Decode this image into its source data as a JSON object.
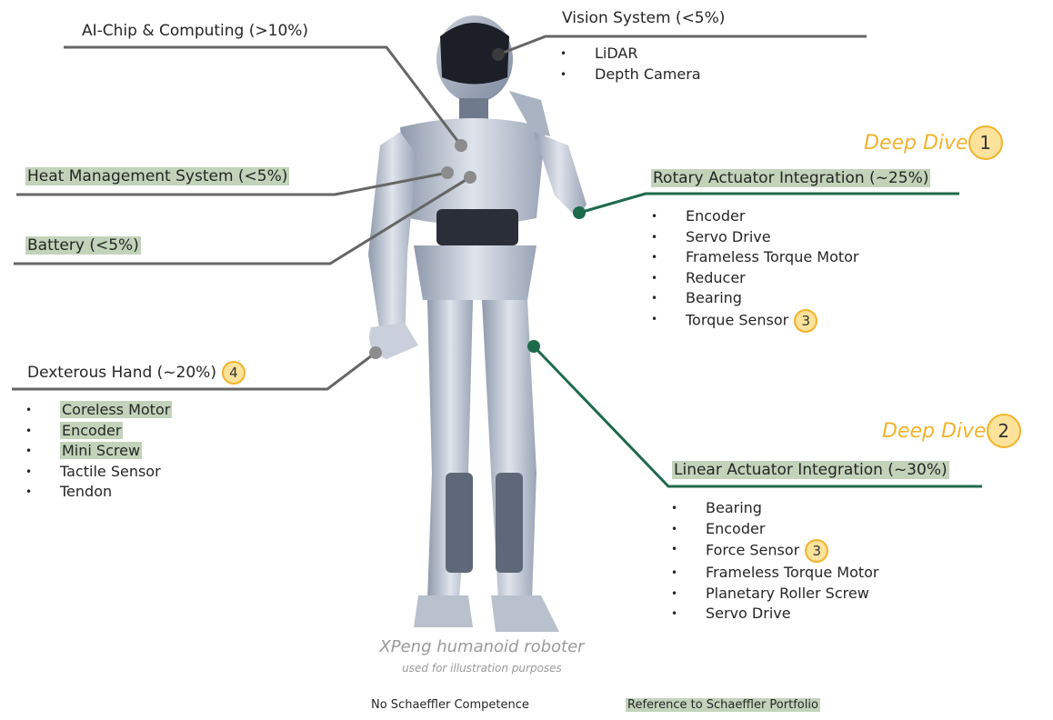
{
  "colors": {
    "highlight": "#c2d3ba",
    "badge_fill": "#fce29a",
    "badge_border": "#f2b32c",
    "green_line": "#1e6a4c",
    "gray_line": "#666666",
    "deep_dive": "#f2b32c"
  },
  "components": {
    "ai_chip": {
      "title": "AI-Chip & Computing (>10%)"
    },
    "vision": {
      "title": "Vision System (<5%)",
      "items": [
        "LiDAR",
        "Depth Camera"
      ]
    },
    "heat": {
      "title": "Heat Management System (<5%)"
    },
    "battery": {
      "title": "Battery (<5%)"
    },
    "rotary": {
      "title": "Rotary Actuator Integration (~25%)",
      "deep_dive_label": "Deep Dive",
      "deep_dive_num": "1",
      "items": [
        "Encoder",
        "Servo Drive",
        "Frameless Torque Motor",
        "Reducer",
        "Bearing",
        "Torque Sensor"
      ],
      "torque_badge": "3"
    },
    "hand": {
      "title": "Dexterous Hand (~20%)",
      "badge": "4",
      "items": [
        "Coreless Motor",
        "Encoder",
        "Mini Screw",
        "Tactile Sensor",
        "Tendon"
      ]
    },
    "linear": {
      "title": "Linear Actuator Integration (~30%)",
      "deep_dive_label": "Deep Dive",
      "deep_dive_num": "2",
      "items": [
        "Bearing",
        "Encoder",
        "Force Sensor",
        "Frameless Torque Motor",
        "Planetary Roller Screw",
        "Servo Drive"
      ],
      "force_badge": "3"
    }
  },
  "caption": {
    "main": "XPeng humanoid roboter",
    "sub": "used for illustration purposes"
  },
  "legend": {
    "no_competence": "No Schaeffler Competence",
    "portfolio": "Reference to Schaeffler Portfolio"
  }
}
